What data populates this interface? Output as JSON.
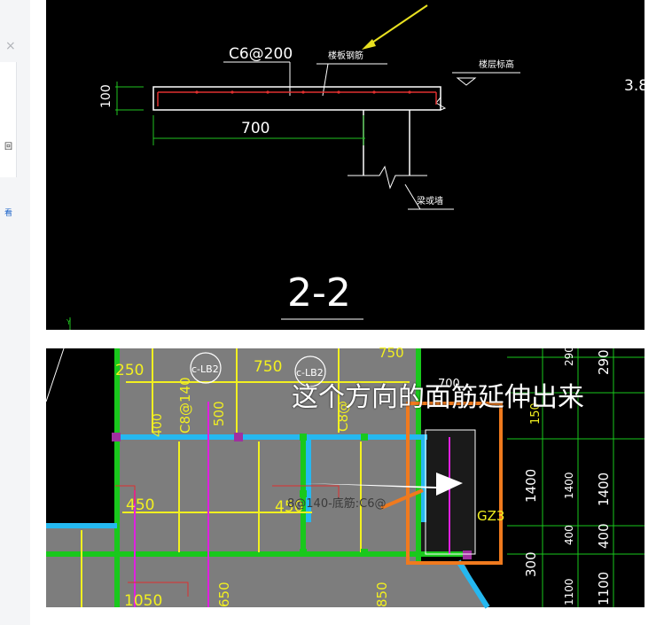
{
  "sidebar": {
    "close_label": "×",
    "card_line1": "回",
    "card_line2": "看"
  },
  "drawing1": {
    "rebar_label": "C6@200",
    "slab_rebar_label": "楼板钢筋",
    "floor_level_label": "楼层标高",
    "beam_label": "梁或墙",
    "dim_100": "100",
    "dim_700": "700",
    "section_label": "2-2",
    "edge_value": "3.8",
    "axis_y_label": "Y",
    "colors": {
      "background": "#000000",
      "line": "#ffffff",
      "rebar": "#e03030",
      "dim": "#21c21f",
      "arrow": "#e8e020"
    }
  },
  "drawing2": {
    "annotation": "这个方向的面筋延伸出来",
    "slab_tag_1": "c-LB2",
    "slab_tag_2": "c-LB2",
    "dim_250": "250",
    "dim_750": "750",
    "dim_750b": "750",
    "dim_700": "700",
    "rebar_c8_140": "C8@140",
    "rebar_c8_vert": "C8@",
    "dim_500": "500",
    "dim_400": "400",
    "dim_450": "450",
    "dim_450b": "450",
    "floor_rebar_label": "8@140-底筋:C6@",
    "column_label": "GZ3",
    "dim_1050": "1050",
    "dim_650": "650",
    "dim_850": "850",
    "dim_1400_a": "1400",
    "dim_1400_b": "1400",
    "dim_1400_c": "1400",
    "dim_400_a": "400",
    "dim_400_b": "400",
    "dim_300": "300",
    "dim_1100_a": "1100",
    "dim_1100_b": "1100",
    "dim_150": "150",
    "dim_290": "290",
    "dim_290b": "290",
    "colors": {
      "background": "#000000",
      "slab": "#7d7d7d",
      "beam_green": "#19c81c",
      "beam_blue": "#25b8f0",
      "rebar_yellow": "#f2f020",
      "magenta": "#e020e0",
      "highlight_box": "#f07a1e",
      "arrow": "#ffffff"
    }
  }
}
